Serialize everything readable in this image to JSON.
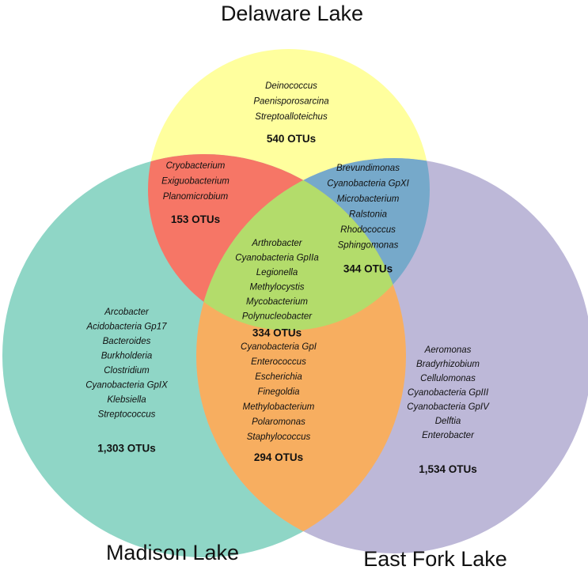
{
  "sets": [
    {
      "key": "delaware",
      "label": "Delaware Lake"
    },
    {
      "key": "madison",
      "label": "Madison Lake"
    },
    {
      "key": "eastfork",
      "label": "East Fork Lake"
    }
  ],
  "colors": {
    "delaware": "#ffff9e",
    "madison": "#8fd6c6",
    "eastfork": "#bdb8d8",
    "delaware_madison": "#f67666",
    "delaware_eastfork": "#76a9ca",
    "madison_eastfork": "#f7ae60",
    "all_three": "#b3dc6b"
  },
  "regions": [
    {
      "key": "delaware_only",
      "genera": [
        "Deinococcus",
        "Paenisporosarcina",
        "Streptoalloteichus"
      ],
      "count": "540 OTUs"
    },
    {
      "key": "delaware_madison",
      "genera": [
        "Cryobacterium",
        "Exiguobacterium",
        "Planomicrobium"
      ],
      "count": "153 OTUs"
    },
    {
      "key": "delaware_eastfork",
      "genera": [
        "Brevundimonas",
        "Cyanobacteria GpXI",
        "Microbacterium",
        "Ralstonia",
        "Rhodococcus",
        "Sphingomonas"
      ],
      "count": "344 OTUs"
    },
    {
      "key": "all_three",
      "genera": [
        "Arthrobacter",
        "Cyanobacteria GpIIa",
        "Legionella",
        "Methylocystis",
        "Mycobacterium",
        "Polynucleobacter"
      ],
      "count": "334 OTUs"
    },
    {
      "key": "madison_only",
      "genera": [
        "Arcobacter",
        "Acidobacteria Gp17",
        "Bacteroides",
        "Burkholderia",
        "Clostridium",
        "Cyanobacteria GpIX",
        "Klebsiella",
        "Streptococcus"
      ],
      "count": "1,303 OTUs"
    },
    {
      "key": "madison_eastfork",
      "genera": [
        "Cyanobacteria GpI",
        "Enterococcus",
        "Escherichia",
        "Finegoldia",
        "Methylobacterium",
        "Polaromonas",
        "Staphylococcus"
      ],
      "count": "294 OTUs"
    },
    {
      "key": "eastfork_only",
      "genera": [
        "Aeromonas",
        "Bradyrhizobium",
        "Cellulomonas",
        "Cyanobacteria GpIII",
        "Cyanobacteria GpIV",
        "Delftia",
        "Enterobacter"
      ],
      "count": "1,534 OTUs"
    }
  ]
}
